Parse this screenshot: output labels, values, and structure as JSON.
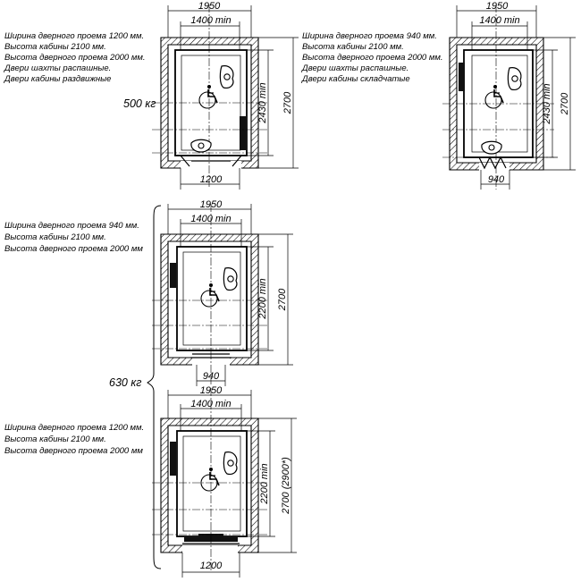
{
  "weights": {
    "w500": "500 кг",
    "w630": "630 кг"
  },
  "plans": [
    {
      "notes": [
        "Ширина дверного проема 1200 мм.",
        "Высота кабины 2100 мм.",
        "Высота дверного проема 2000 мм.",
        "Двери шахты распашные.",
        "Двери кабины раздвижные"
      ],
      "dims": {
        "total_width": "1950",
        "cabin_width": "1400 min",
        "door": "1200",
        "cabin_depth": "2430 min",
        "total_depth": "2700"
      }
    },
    {
      "notes": [
        "Ширина дверного проема 940 мм.",
        "Высота кабины 2100 мм.",
        "Высота дверного проема 2000 мм.",
        "Двери шахты распашные.",
        "Двери кабины складчатые"
      ],
      "dims": {
        "total_width": "1950",
        "cabin_width": "1400 min",
        "door": "940",
        "cabin_depth": "2430 min",
        "total_depth": "2700"
      }
    },
    {
      "notes": [
        "Ширина дверного проема 940 мм.",
        "Высота кабины 2100 мм.",
        "Высота дверного проема 2000 мм"
      ],
      "dims": {
        "total_width": "1950",
        "cabin_width": "1400 min",
        "door": "940",
        "cabin_depth": "2200 min",
        "total_depth": "2700"
      }
    },
    {
      "notes": [
        "Ширина дверного проема 1200 мм.",
        "Высота кабины 2100 мм.",
        "Высота дверного проема 2000 мм"
      ],
      "dims": {
        "total_width": "1950",
        "cabin_width": "1400 min",
        "door": "1200",
        "cabin_depth": "2200 min",
        "total_depth": "2700 (2900*)"
      }
    }
  ]
}
